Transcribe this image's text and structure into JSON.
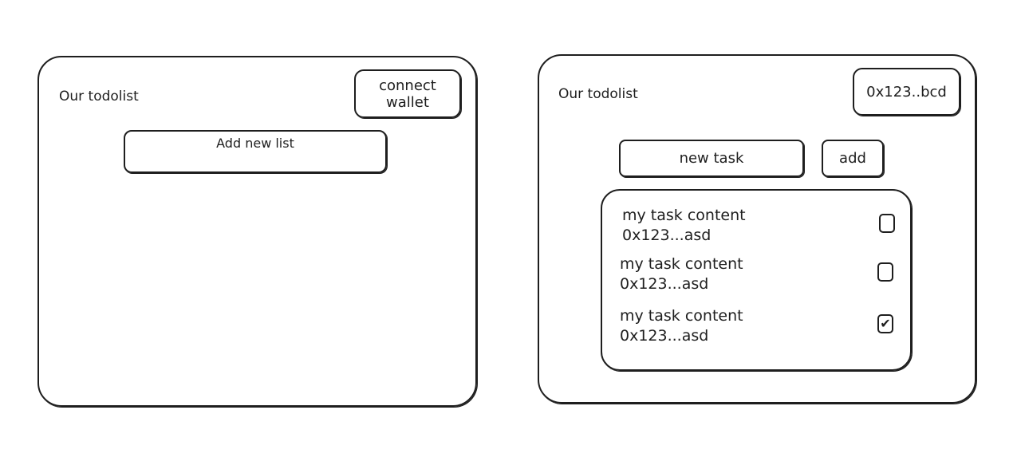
{
  "left": {
    "title": "Our todolist",
    "connect_label": "connect wallet",
    "add_list_label": "Add new list"
  },
  "right": {
    "title": "Our todolist",
    "wallet_label": "0x123..bcd",
    "input_placeholder": "new task",
    "add_label": "add",
    "tasks": [
      {
        "content": "my task content",
        "owner": "0x123...asd",
        "checked": false
      },
      {
        "content": "my task content",
        "owner": "0x123...asd",
        "checked": false
      },
      {
        "content": "my task content",
        "owner": "0x123...asd",
        "checked": true
      }
    ]
  }
}
